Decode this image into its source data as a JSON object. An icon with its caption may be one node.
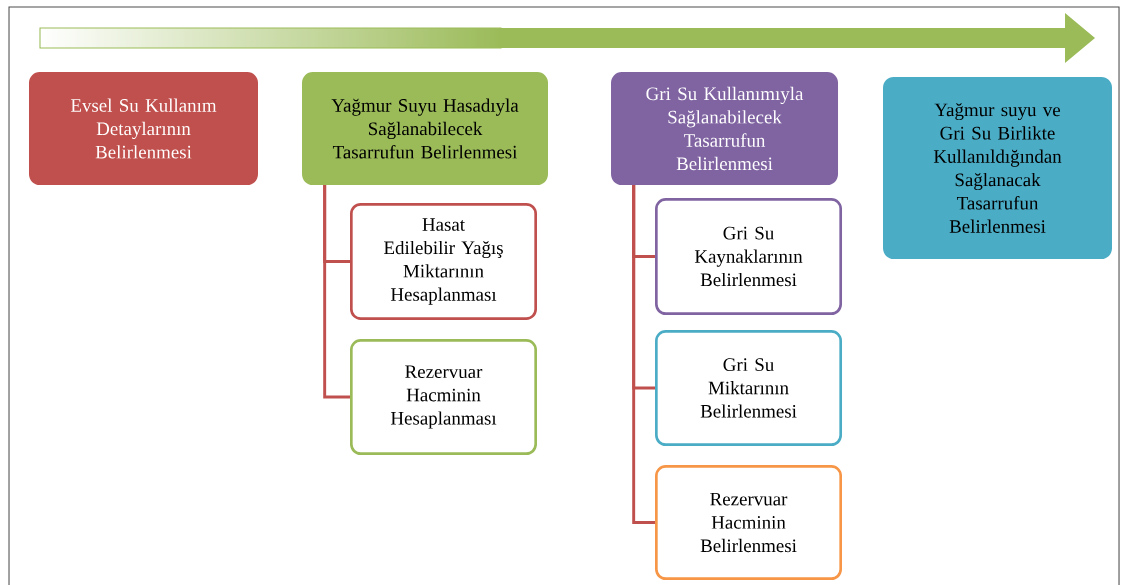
{
  "diagram": {
    "nodes": [
      {
        "text": [
          "Evsel Su Kullanım Detaylarının Belirlenmesi"
        ]
      },
      {
        "text": [
          "Yağmur Suyu Hasadıyla Sağlanabilecek Tasarrufun Belirlenmesi"
        ]
      },
      {
        "text": [
          "Hasat Edilebilir Yağış Miktarının Hesaplanması"
        ]
      },
      {
        "text": [
          "Rezervuar Hacminin Hesaplanması"
        ]
      },
      {
        "text": [
          "Gri Su Kullanımıyla Sağlanabilecek Tasarrufun Belirlenmesi"
        ]
      },
      {
        "text": [
          "Gri Su Kaynaklarının Belirlenmesi"
        ]
      },
      {
        "text": [
          "Gri Su Miktarının Belirlenmesi"
        ]
      },
      {
        "text": [
          "Rezervuar Hacminin Belirlenmesi"
        ]
      },
      {
        "text": [
          "Yağmur suyu ve Gri Su Birlikte Kullanıldığından Sağlanacak Tasarrufun Belirlenmesi"
        ]
      }
    ],
    "edges": [
      {
        "from": 1,
        "to": 2,
        "arrow": "none"
      },
      {
        "from": 1,
        "to": 3,
        "arrow": "none"
      },
      {
        "from": 4,
        "to": 5,
        "arrow": "none"
      },
      {
        "from": 4,
        "to": 6,
        "arrow": "none"
      },
      {
        "from": 4,
        "to": 7,
        "arrow": "none"
      }
    ]
  }
}
